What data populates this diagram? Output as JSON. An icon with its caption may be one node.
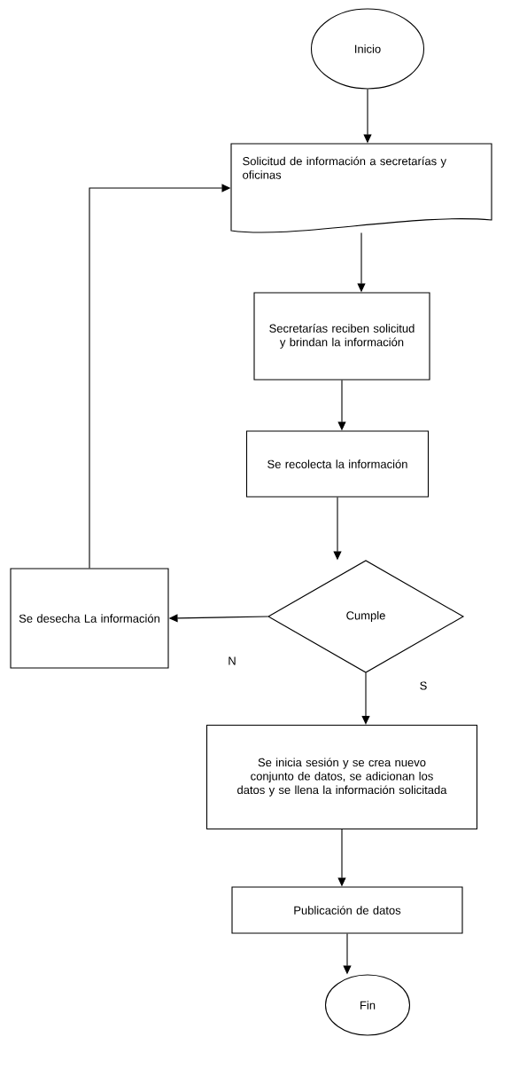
{
  "diagram": {
    "nodes": [
      {
        "text": [
          "Inicio"
        ]
      },
      {
        "text": [
          "Solicitud de información a secretarías y oficinas"
        ]
      },
      {
        "text": [
          "Secretarías reciben solicitud y brindan la información"
        ]
      },
      {
        "text": [
          "Se recolecta la información"
        ]
      },
      {
        "text": [
          "Cumple"
        ]
      },
      {
        "text": [
          "Se desecha La información"
        ]
      },
      {
        "text": [
          "Se inicia sesión y se crea nuevo conjunto de datos, se adicionan los datos y se llena la información solicitada"
        ]
      },
      {
        "text": [
          "Publicación de datos"
        ]
      },
      {
        "text": [
          "Fin"
        ]
      }
    ],
    "edges": [
      {
        "from": 0,
        "to": 1,
        "arrow": "to"
      },
      {
        "from": 1,
        "to": 2,
        "arrow": "to"
      },
      {
        "from": 2,
        "to": 3,
        "arrow": "to"
      },
      {
        "from": 3,
        "to": 4,
        "arrow": "to"
      },
      {
        "from": 4,
        "to": 5,
        "arrow": "to",
        "label": "N"
      },
      {
        "from": 5,
        "to": 1,
        "arrow": "to"
      },
      {
        "from": 4,
        "to": 6,
        "arrow": "to",
        "label": "S"
      },
      {
        "from": 6,
        "to": 7,
        "arrow": "to"
      },
      {
        "from": 7,
        "to": 8,
        "arrow": "to"
      }
    ]
  }
}
